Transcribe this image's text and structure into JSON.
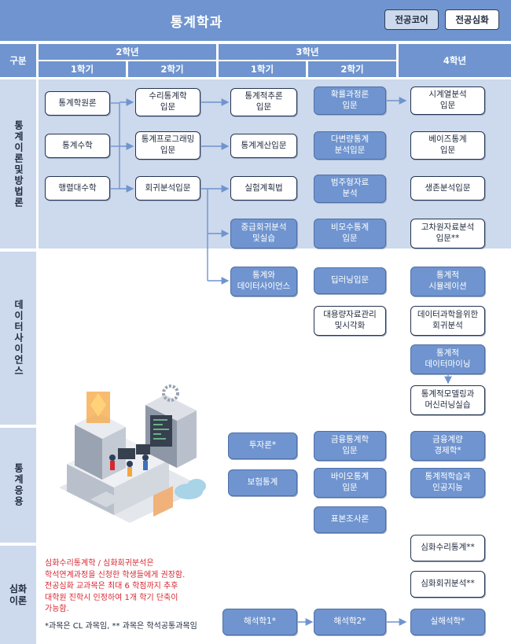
{
  "header": {
    "title": "통계학과",
    "btn_core": "전공코어",
    "btn_advanced": "전공심화"
  },
  "columns": {
    "category": "구분",
    "year2": "2학년",
    "year3": "3학년",
    "year4": "4학년",
    "y2s1": "1학기",
    "y2s2": "2학기",
    "y3s1": "1학기",
    "y3s2": "2학기"
  },
  "rows": {
    "theory": "통계이론및방법론",
    "datasci": "데이터사이언스",
    "applied": "통계응용",
    "advanced": "심화이론"
  },
  "courses": {
    "c_intro": "통계학원론",
    "c_math": "통계수학",
    "c_matrix": "행렬대수학",
    "c_mathstat": "수리통계학\n입문",
    "c_prog": "통계프로그래밍\n입문",
    "c_reg": "회귀분석입문",
    "c_inference": "통계적추론\n입문",
    "c_compute": "통계계산입문",
    "c_doe": "실험계획법",
    "c_midreg": "중급회귀분석\n및실습",
    "c_dsci": "통계와\n데이터사이언스",
    "c_prob": "확률과정론\n입문",
    "c_multi": "다변량통계\n분석입문",
    "c_cat": "범주형자료\n분석",
    "c_nonpar": "비모수통계\n입문",
    "c_deep": "딥러닝입문",
    "c_bigdata": "대용량자료관리\n및시각화",
    "c_ts": "시계열분석\n입문",
    "c_bayes": "베이즈통계\n입문",
    "c_surv": "생존분석입문",
    "c_hidim": "고차원자료분석\n입문**",
    "c_sim": "통계적\n시뮬레이션",
    "c_dsreg": "데이터과학을위한\n회귀분석",
    "c_mining": "통계적\n데이터마이닝",
    "c_ml": "통계적모델링과\n머신러닝실습",
    "c_invest": "투자론*",
    "c_insur": "보험통계",
    "c_fin": "금융통계학\n입문",
    "c_bio": "바이오통계\n입문",
    "c_sampling": "표본조사론",
    "c_finecon": "금융계량\n경제학*",
    "c_ai": "통계적학습과\n인공지능",
    "c_advmath": "심화수리통계**",
    "c_advreg": "심화회귀분석**",
    "c_anal1": "해석학1*",
    "c_anal2": "해석학2*",
    "c_realanal": "실해석학*"
  },
  "notes": {
    "red": "심화수리통계학 / 심화회귀분석은\n학석연계과정을 신청한 학생들에게 권장함.\n전공심화 교과목은 최대 6 학점까지 추후\n대학원 진학시 인정하여 1개 학기 단축이\n가능함.",
    "legend": "*과목은 CL 과목임, ** 과목은 학석공통과목임"
  },
  "colors": {
    "header_blue": "#6f94cf",
    "band_light": "#cdd9ec",
    "box_border": "#243451",
    "note_red": "#d8262f"
  }
}
